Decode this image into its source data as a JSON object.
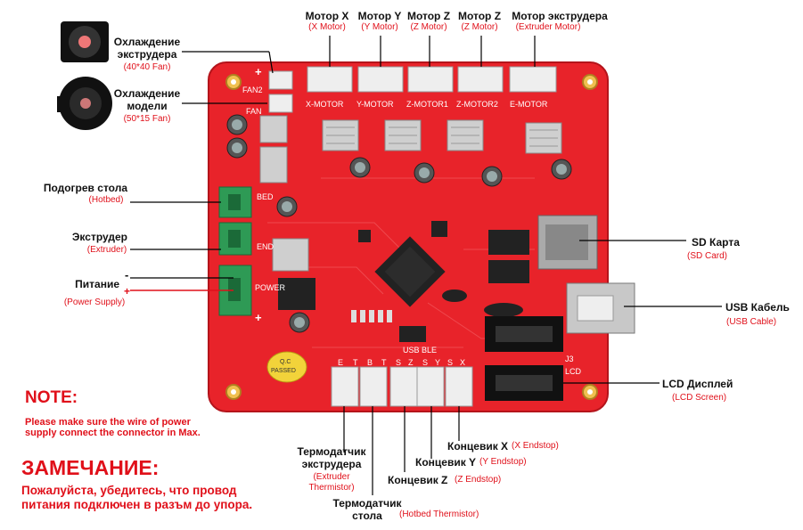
{
  "colors": {
    "board": "#e8232a",
    "board_dark": "#b4141b",
    "label": "#111111",
    "sublabel": "#e0101a",
    "connector_green": "#2e9a55",
    "connector_white": "#eeeeee",
    "heatsink": "#c9c9c9",
    "chip": "#222222"
  },
  "motors": {
    "x": {
      "label": "Мотор X",
      "sub": "(X Motor)"
    },
    "y": {
      "label": "Мотор Y",
      "sub": "(Y Motor)"
    },
    "z1": {
      "label": "Мотор Z",
      "sub": "(Z Motor)"
    },
    "z2": {
      "label": "Мотор Z",
      "sub": "(Z Motor)"
    },
    "e": {
      "label": "Мотор  экструдера",
      "sub": "(Extruder Motor)"
    }
  },
  "left": {
    "extruder_fan": {
      "label_1": "Охлаждение",
      "label_2": "экструдера",
      "sub": "(40*40 Fan)"
    },
    "model_fan": {
      "label_1": "Охлаждение",
      "label_2": "модели",
      "sub": "(50*15 Fan)"
    },
    "hotbed": {
      "label": "Подогрев стола",
      "sub": "(Hotbed)"
    },
    "extruder": {
      "label": "Экструдер",
      "sub": "(Extruder)"
    },
    "power": {
      "label": "Питание",
      "sub": "(Power Supply)",
      "minus": "-",
      "plus": "+"
    }
  },
  "right": {
    "sd": {
      "label": "SD Карта",
      "sub": "(SD Card)"
    },
    "usb": {
      "label": "USB Кабель",
      "sub": "(USB Cable)"
    },
    "lcd": {
      "label": "LCD Дисплей",
      "sub": "(LCD Screen)"
    }
  },
  "bottom": {
    "endstop_x": {
      "label": "Концевик X",
      "sub": "(X Endstop)"
    },
    "endstop_y": {
      "label": "Концевик Y",
      "sub": "(Y Endstop)"
    },
    "endstop_z": {
      "label": "Концевик Z",
      "sub": "(Z Endstop)"
    },
    "therm_ext": {
      "label_1": "Термодатчик",
      "label_2": "экструдера",
      "sub_1": "(Extruder",
      "sub_2": "Thermistor)"
    },
    "therm_bed": {
      "label_1": "Термодатчик",
      "label_2": "стола",
      "sub": "(Hotbed Thermistor)"
    }
  },
  "silkscreen": {
    "fan2": "FAN2",
    "fan1": "FAN",
    "x_motor": "X-MOTOR",
    "y_motor": "Y-MOTOR",
    "z_motor1": "Z-MOTOR1",
    "z_motor2": "Z-MOTOR2",
    "e_motor": "E-MOTOR",
    "bed": "BED",
    "end": "END",
    "power": "POWER",
    "usb_ble": "USB BLE",
    "j3": "J3",
    "lcd": "LCD",
    "qc": "Q.C",
    "passed": "PASSED",
    "plus": "+",
    "endstop_pins": [
      "E",
      "T",
      "B",
      "T",
      "S",
      "Z",
      "S",
      "Y",
      "S",
      "X"
    ]
  },
  "note": {
    "title": "NOTE:",
    "text": "Please make sure the wire of power supply connect the connector in Max."
  },
  "zam": {
    "title": "ЗАМЕЧАНИЕ:",
    "text": "Пожалуйста, убедитесь, что провод питания подключен в разъм до упора."
  }
}
